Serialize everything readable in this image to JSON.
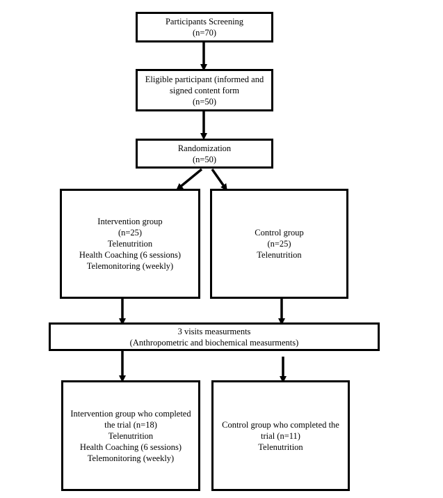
{
  "boxes": {
    "screening": {
      "lines": [
        "Participants Screening",
        "(n=70)"
      ]
    },
    "eligible": {
      "lines": [
        "Eligible participant (informed and",
        "signed content form",
        "(n=50)"
      ]
    },
    "randomization": {
      "lines": [
        "Randomization",
        "(n=50)"
      ]
    },
    "intervention": {
      "lines": [
        "Intervention group",
        "(n=25)",
        "Telenutrition",
        "Health Coaching (6 sessions)",
        "Telemonitoring (weekly)"
      ]
    },
    "control": {
      "lines": [
        "Control group",
        "(n=25)",
        "Telenutrition"
      ]
    },
    "measurements": {
      "lines": [
        "3 visits measurments",
        "(Anthropometric and biochemical measurments)"
      ]
    },
    "intervention_completed": {
      "lines": [
        "Intervention group who completed",
        "the trial (n=18)",
        "Telenutrition",
        "Health Coaching (6 sessions)",
        "Telemonitoring (weekly)"
      ]
    },
    "control_completed": {
      "lines": [
        "Control group who completed the",
        "trial (n=11)",
        "Telenutrition"
      ]
    }
  }
}
